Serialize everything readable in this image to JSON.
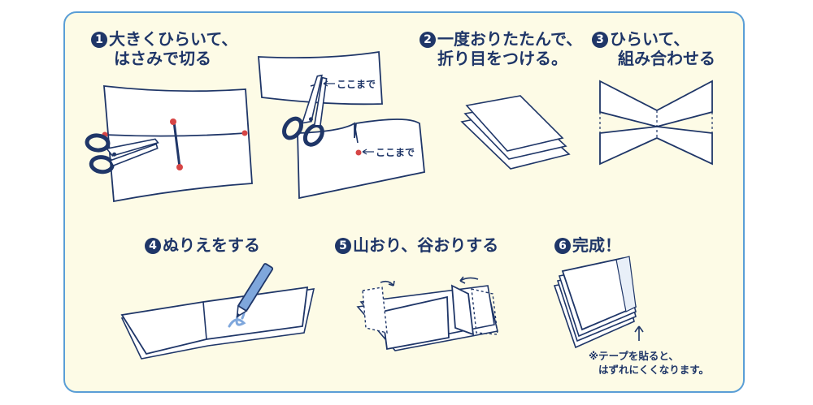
{
  "steps": [
    {
      "num": "1",
      "line1": "大きくひらいて、",
      "line2": "はさみで切る"
    },
    {
      "num": "2",
      "line1": "一度おりたたんで、",
      "line2": "折り目をつける。"
    },
    {
      "num": "3",
      "line1": "ひらいて、",
      "line2": "組み合わせる"
    },
    {
      "num": "4",
      "line1": "ぬりえをする"
    },
    {
      "num": "5",
      "line1": "山おり、谷おりする"
    },
    {
      "num": "6",
      "line1": "完成！"
    }
  ],
  "labels": {
    "cut_until_top": "ここまで",
    "cut_until_bottom": "ここまで"
  },
  "note": {
    "line1": "※テープを貼ると、",
    "line2": "はずれにくくなります。"
  },
  "colors": {
    "navy": "#1f3668",
    "frame": "#5a9ed6",
    "panel_bg": "#fdfbe6",
    "dot": "#d64545",
    "pencil": "#7fa7dc"
  },
  "icons": [
    "scissors-icon",
    "pencil-icon",
    "arrow-up-icon",
    "arrow-left-icon"
  ]
}
